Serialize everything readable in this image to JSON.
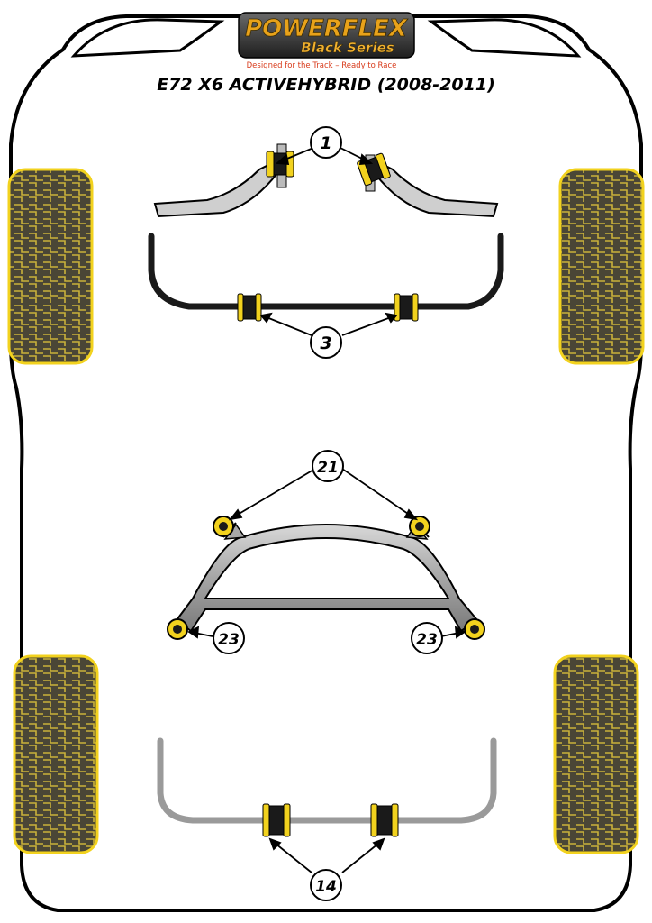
{
  "logo": {
    "brand": "POWERFLEX",
    "series": "Black Series",
    "tagline": "Designed for the Track – Ready to Race"
  },
  "title": "E72 X6 ACTIVEHYBRID (2008-2011)",
  "callouts": {
    "front_drop_link": "1",
    "front_anti_roll_bar": "3",
    "subframe_mount_front": "21",
    "subframe_mount_rear_left": "23",
    "subframe_mount_rear_right": "23",
    "rear_anti_roll_bar": "14"
  },
  "colors": {
    "outline": "#000000",
    "bush_yellow": "#f2d21e",
    "bush_black": "#1a1a1a",
    "tyre_fill": "#4a4636",
    "tyre_rim": "#f2d21e",
    "metal_grey": "#a8a8a8",
    "logo_gold": "#e8a21a",
    "logo_tag_red": "#d83a1a"
  }
}
